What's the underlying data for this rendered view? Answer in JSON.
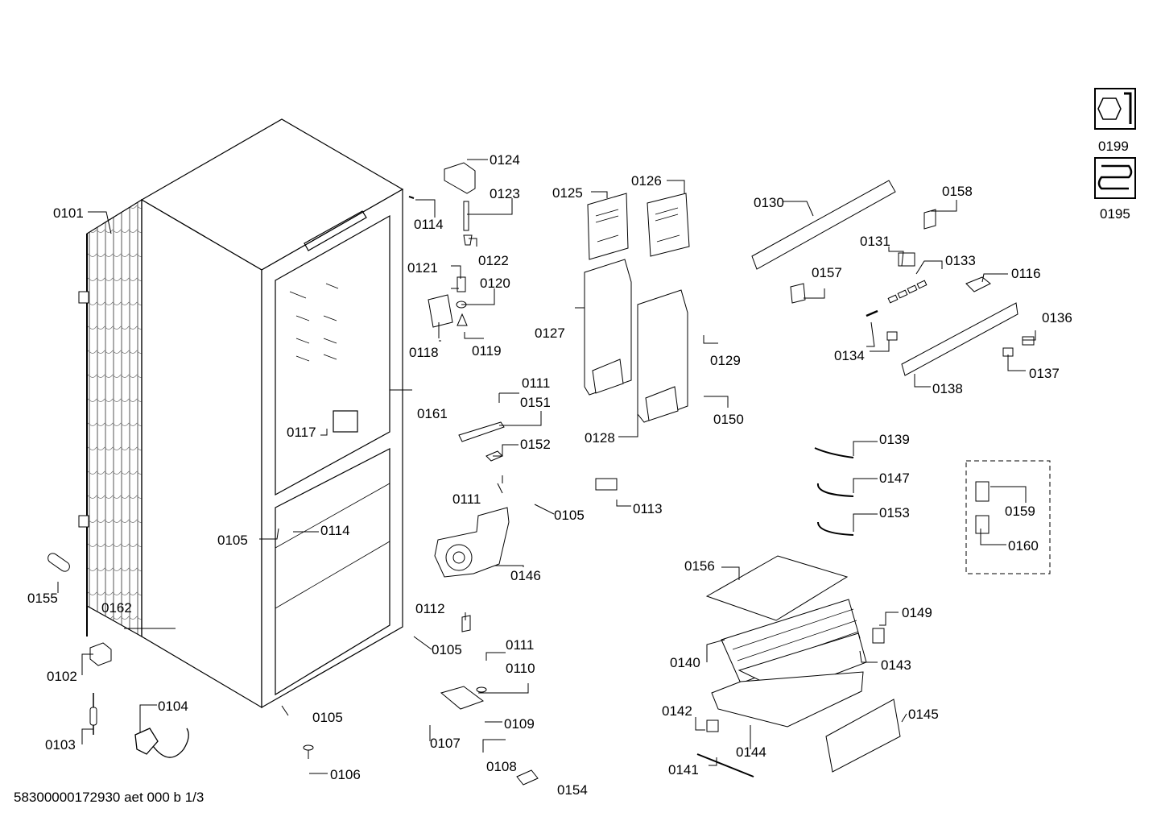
{
  "document": {
    "footer_code": "58300000172930 aet 000 b 1/3"
  },
  "service_icons": [
    {
      "icon": "tool-wrench-icon",
      "code": "0199"
    },
    {
      "icon": "evaporator-coil-icon",
      "code": "0195"
    }
  ],
  "part_labels": {
    "p0101": "0101",
    "p0102": "0102",
    "p0103": "0103",
    "p0104": "0104",
    "p0105a": "0105",
    "p0105b": "0105",
    "p0105c": "0105",
    "p0105d": "0105",
    "p0106": "0106",
    "p0107": "0107",
    "p0108": "0108",
    "p0109": "0109",
    "p0110": "0110",
    "p0111a": "0111",
    "p0111b": "0111",
    "p0111c": "0111",
    "p0112": "0112",
    "p0113": "0113",
    "p0114a": "0114",
    "p0114b": "0114",
    "p0116": "0116",
    "p0117": "0117",
    "p0118": "0118",
    "p0119": "0119",
    "p0120": "0120",
    "p0121": "0121",
    "p0122": "0122",
    "p0123": "0123",
    "p0124": "0124",
    "p0125": "0125",
    "p0126": "0126",
    "p0127": "0127",
    "p0128": "0128",
    "p0129": "0129",
    "p0130": "0130",
    "p0131": "0131",
    "p0133": "0133",
    "p0134": "0134",
    "p0136": "0136",
    "p0137": "0137",
    "p0138": "0138",
    "p0139": "0139",
    "p0140": "0140",
    "p0141": "0141",
    "p0142": "0142",
    "p0143": "0143",
    "p0144": "0144",
    "p0145": "0145",
    "p0146": "0146",
    "p0147": "0147",
    "p0149": "0149",
    "p0150": "0150",
    "p0151": "0151",
    "p0152": "0152",
    "p0153": "0153",
    "p0154": "0154",
    "p0155": "0155",
    "p0156": "0156",
    "p0157": "0157",
    "p0158": "0158",
    "p0159": "0159",
    "p0160": "0160",
    "p0161": "0161",
    "p0162": "0162"
  }
}
